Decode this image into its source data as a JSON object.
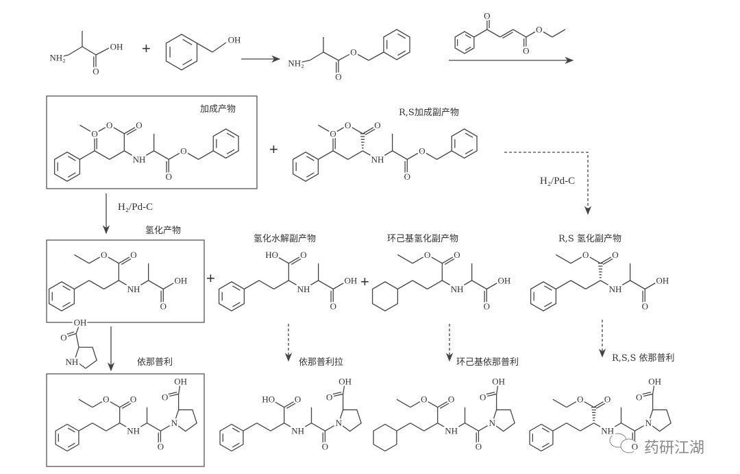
{
  "labels": {
    "adduct": "加成产物",
    "rs_adduct": "R,S加成副产物",
    "hydrogenated": "氢化产物",
    "hydrolysis_by": "氢化水解副产物",
    "cyclohexyl_by": "环己基氢化副产物",
    "rs_hydrogenated": "R,S 氢化副产物",
    "enalapril": "依那普利",
    "enalaprilat": "依那普利拉",
    "cyclohexyl_enalapril": "环己基依那普利",
    "rss_enalapril": "R,S,S 依那普利"
  },
  "reagents": {
    "h2pdc_1": "H₂/Pd-C",
    "h2pdc_2": "H₂/Pd-C"
  },
  "plus": "+",
  "atoms": {
    "NH2": "NH₂",
    "OH": "OH",
    "HO": "HO",
    "O": "O",
    "NH": "NH",
    "N": "N"
  },
  "watermark": "药研江湖"
}
